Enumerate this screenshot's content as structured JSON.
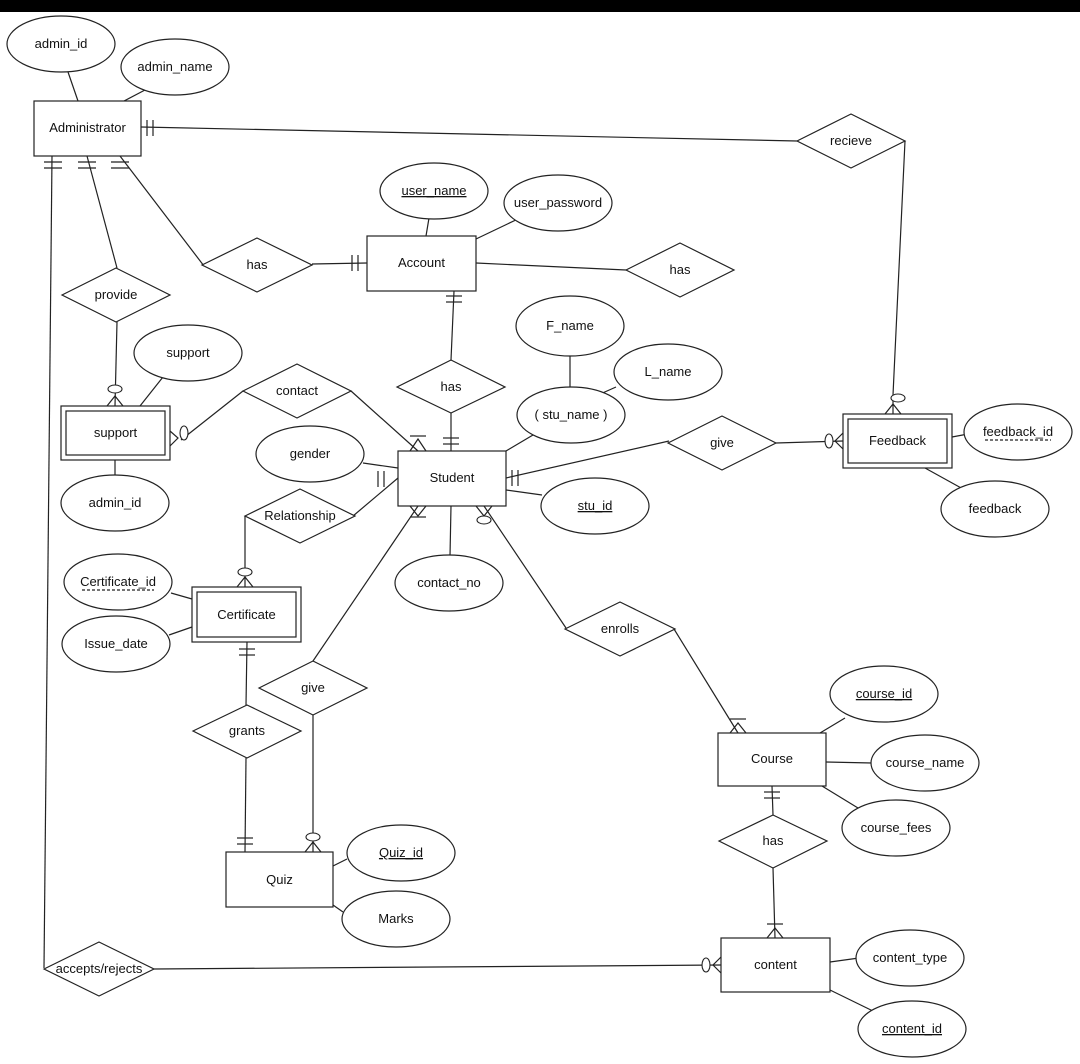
{
  "entities": [
    {
      "id": "administrator",
      "label": "Administrator",
      "weak": false
    },
    {
      "id": "account",
      "label": "Account",
      "weak": false
    },
    {
      "id": "support",
      "label": "support",
      "weak": true
    },
    {
      "id": "student",
      "label": "Student",
      "weak": false
    },
    {
      "id": "feedback",
      "label": "Feedback",
      "weak": true
    },
    {
      "id": "certificate",
      "label": "Certificate",
      "weak": true
    },
    {
      "id": "quiz",
      "label": "Quiz",
      "weak": false
    },
    {
      "id": "course",
      "label": "Course",
      "weak": false
    },
    {
      "id": "content",
      "label": "content",
      "weak": false
    }
  ],
  "relationships": [
    {
      "id": "recieve",
      "label": "recieve"
    },
    {
      "id": "provide",
      "label": "provide"
    },
    {
      "id": "has-admin-account",
      "label": "has"
    },
    {
      "id": "has-account-right",
      "label": "has"
    },
    {
      "id": "has-account-student",
      "label": "has"
    },
    {
      "id": "contact",
      "label": "contact"
    },
    {
      "id": "give-feedback",
      "label": "give"
    },
    {
      "id": "relationship",
      "label": "Relationship"
    },
    {
      "id": "enrolls",
      "label": "enrolls"
    },
    {
      "id": "give-quiz",
      "label": "give"
    },
    {
      "id": "grants",
      "label": "grants"
    },
    {
      "id": "has-course-content",
      "label": "has"
    },
    {
      "id": "accepts-rejects",
      "label": "accepts/rejects"
    }
  ],
  "attributes": [
    {
      "id": "admin-id-top",
      "label": "admin_id",
      "key": "none"
    },
    {
      "id": "admin-name",
      "label": "admin_name",
      "key": "none"
    },
    {
      "id": "user-name",
      "label": "user_name",
      "key": "primary"
    },
    {
      "id": "user-password",
      "label": "user_password",
      "key": "none"
    },
    {
      "id": "support-attr",
      "label": "support",
      "key": "none"
    },
    {
      "id": "admin-id-support",
      "label": "admin_id",
      "key": "none"
    },
    {
      "id": "f-name",
      "label": "F_name",
      "key": "none"
    },
    {
      "id": "l-name",
      "label": "L_name",
      "key": "none"
    },
    {
      "id": "stu-name",
      "label": "( stu_name )",
      "key": "none"
    },
    {
      "id": "gender",
      "label": "gender",
      "key": "none"
    },
    {
      "id": "stu-id",
      "label": "stu_id",
      "key": "primary"
    },
    {
      "id": "contact-no",
      "label": "contact_no",
      "key": "none"
    },
    {
      "id": "feedback-id",
      "label": "feedback_id",
      "key": "partial"
    },
    {
      "id": "feedback-attr",
      "label": "feedback",
      "key": "none"
    },
    {
      "id": "certificate-id",
      "label": "Certificate_id",
      "key": "partial"
    },
    {
      "id": "issue-date",
      "label": "Issue_date",
      "key": "none"
    },
    {
      "id": "course-id",
      "label": "course_id",
      "key": "primary"
    },
    {
      "id": "course-name",
      "label": "course_name",
      "key": "none"
    },
    {
      "id": "course-fees",
      "label": "course_fees",
      "key": "none"
    },
    {
      "id": "quiz-id",
      "label": "Quiz_id",
      "key": "primary"
    },
    {
      "id": "marks",
      "label": "Marks",
      "key": "none"
    },
    {
      "id": "content-type",
      "label": "content_type",
      "key": "none"
    },
    {
      "id": "content-id",
      "label": "content_id",
      "key": "primary"
    }
  ]
}
